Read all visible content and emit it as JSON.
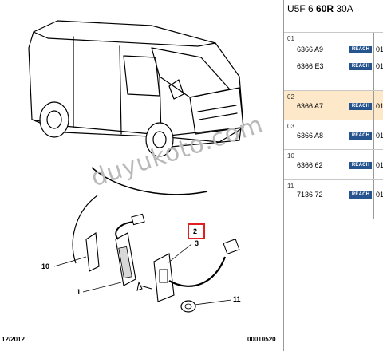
{
  "header": {
    "prefix": "U5F 6 ",
    "bold": "60R",
    "suffix": " 30A"
  },
  "groups": [
    {
      "num": "01",
      "selected": false,
      "parts": [
        {
          "code": "6366 A9",
          "badge": "REACH",
          "qty": "01"
        },
        {
          "code": "6366 E3",
          "badge": "REACH",
          "qty": "01"
        }
      ]
    },
    {
      "num": "02",
      "selected": true,
      "parts": [
        {
          "code": "6366 A7",
          "badge": "REACH",
          "qty": "01"
        }
      ]
    },
    {
      "num": "03",
      "selected": false,
      "parts": [
        {
          "code": "6366 A8",
          "badge": "REACH",
          "qty": "01"
        }
      ]
    },
    {
      "num": "10",
      "selected": false,
      "parts": [
        {
          "code": "6366 62",
          "badge": "REACH",
          "qty": "01"
        }
      ]
    },
    {
      "num": "11",
      "selected": false,
      "parts": [
        {
          "code": "7136 72",
          "badge": "REACH",
          "qty": "01"
        }
      ]
    }
  ],
  "callouts": {
    "c1": "1",
    "c2": "2",
    "c3": "3",
    "c10": "10",
    "c11": "11"
  },
  "footer": {
    "date": "12/2012",
    "ref": "00010520"
  },
  "watermark": "duyukoto.com",
  "colors": {
    "selected_row": "#fde9c9",
    "badge": "#26548f",
    "highlight_box": "#e02020"
  }
}
